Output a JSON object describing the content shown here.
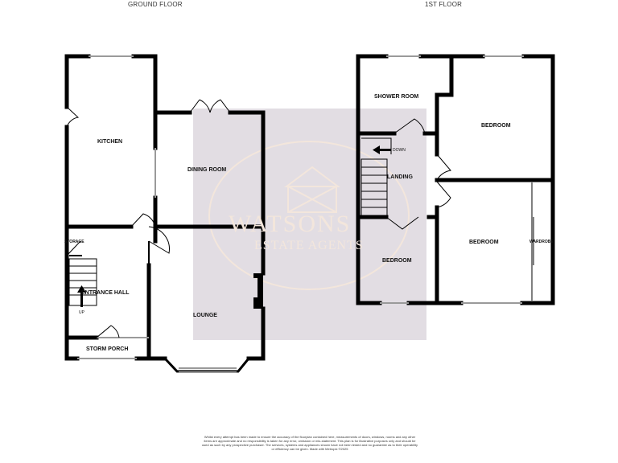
{
  "floors": {
    "ground": {
      "title": "GROUND FLOOR",
      "rooms": {
        "kitchen": "KITCHEN",
        "dining_room": "DINING ROOM",
        "storage": "STORAGE",
        "entrance_hall": "ENTRANCE HALL",
        "lounge": "LOUNGE",
        "storm_porch": "STORM PORCH",
        "stairs_up": "UP"
      }
    },
    "first": {
      "title": "1ST FLOOR",
      "rooms": {
        "shower_room": "SHOWER ROOM",
        "bedroom_1": "BEDROOM",
        "landing": "LANDING",
        "stairs_down": "DOWN",
        "bedroom_2": "BEDROOM",
        "wardrobe": "WARDROBE",
        "bedroom_3": "BEDROOM"
      }
    }
  },
  "watermark": {
    "name": "WATSONS",
    "subtitle": "ESTATE AGENTS",
    "color": "#f3e6dc",
    "background": "#e2dde3"
  },
  "disclaimer": "Whilst every attempt has been made to ensure the accuracy of the floorplan contained here, measurements of doors, windows, rooms and any other items are approximate and no responsibility is taken for any error, omission or mis-statement. This plan is for illustrative purposes only and should be used as such by any prospective purchaser. The services, systems and appliances shown have not been tested and no guarantee as to their operability or efficiency can be given. Made with Metropix ©2025",
  "colors": {
    "wall": "#000000",
    "window": "#9a9a9a"
  }
}
